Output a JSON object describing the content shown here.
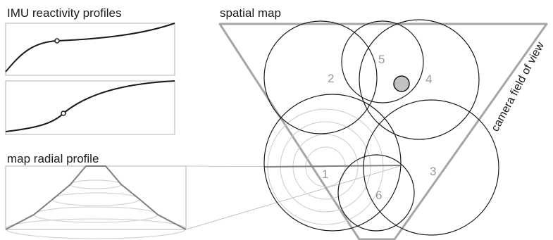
{
  "labels": {
    "imu_title": "IMU reactivity profiles",
    "radial_title": "map radial profile",
    "spatial_title": "spatial map",
    "camera_label": "camera field of view"
  },
  "zones": [
    "1",
    "2",
    "3",
    "4",
    "5",
    "6"
  ],
  "colors": {
    "ink": "#1a1a1a",
    "frame": "#b3b3b3",
    "fov": "#a6a6a6",
    "ring": "#cccccc",
    "zone_label": "#999999",
    "marker_fill": "#c2c2c2"
  }
}
